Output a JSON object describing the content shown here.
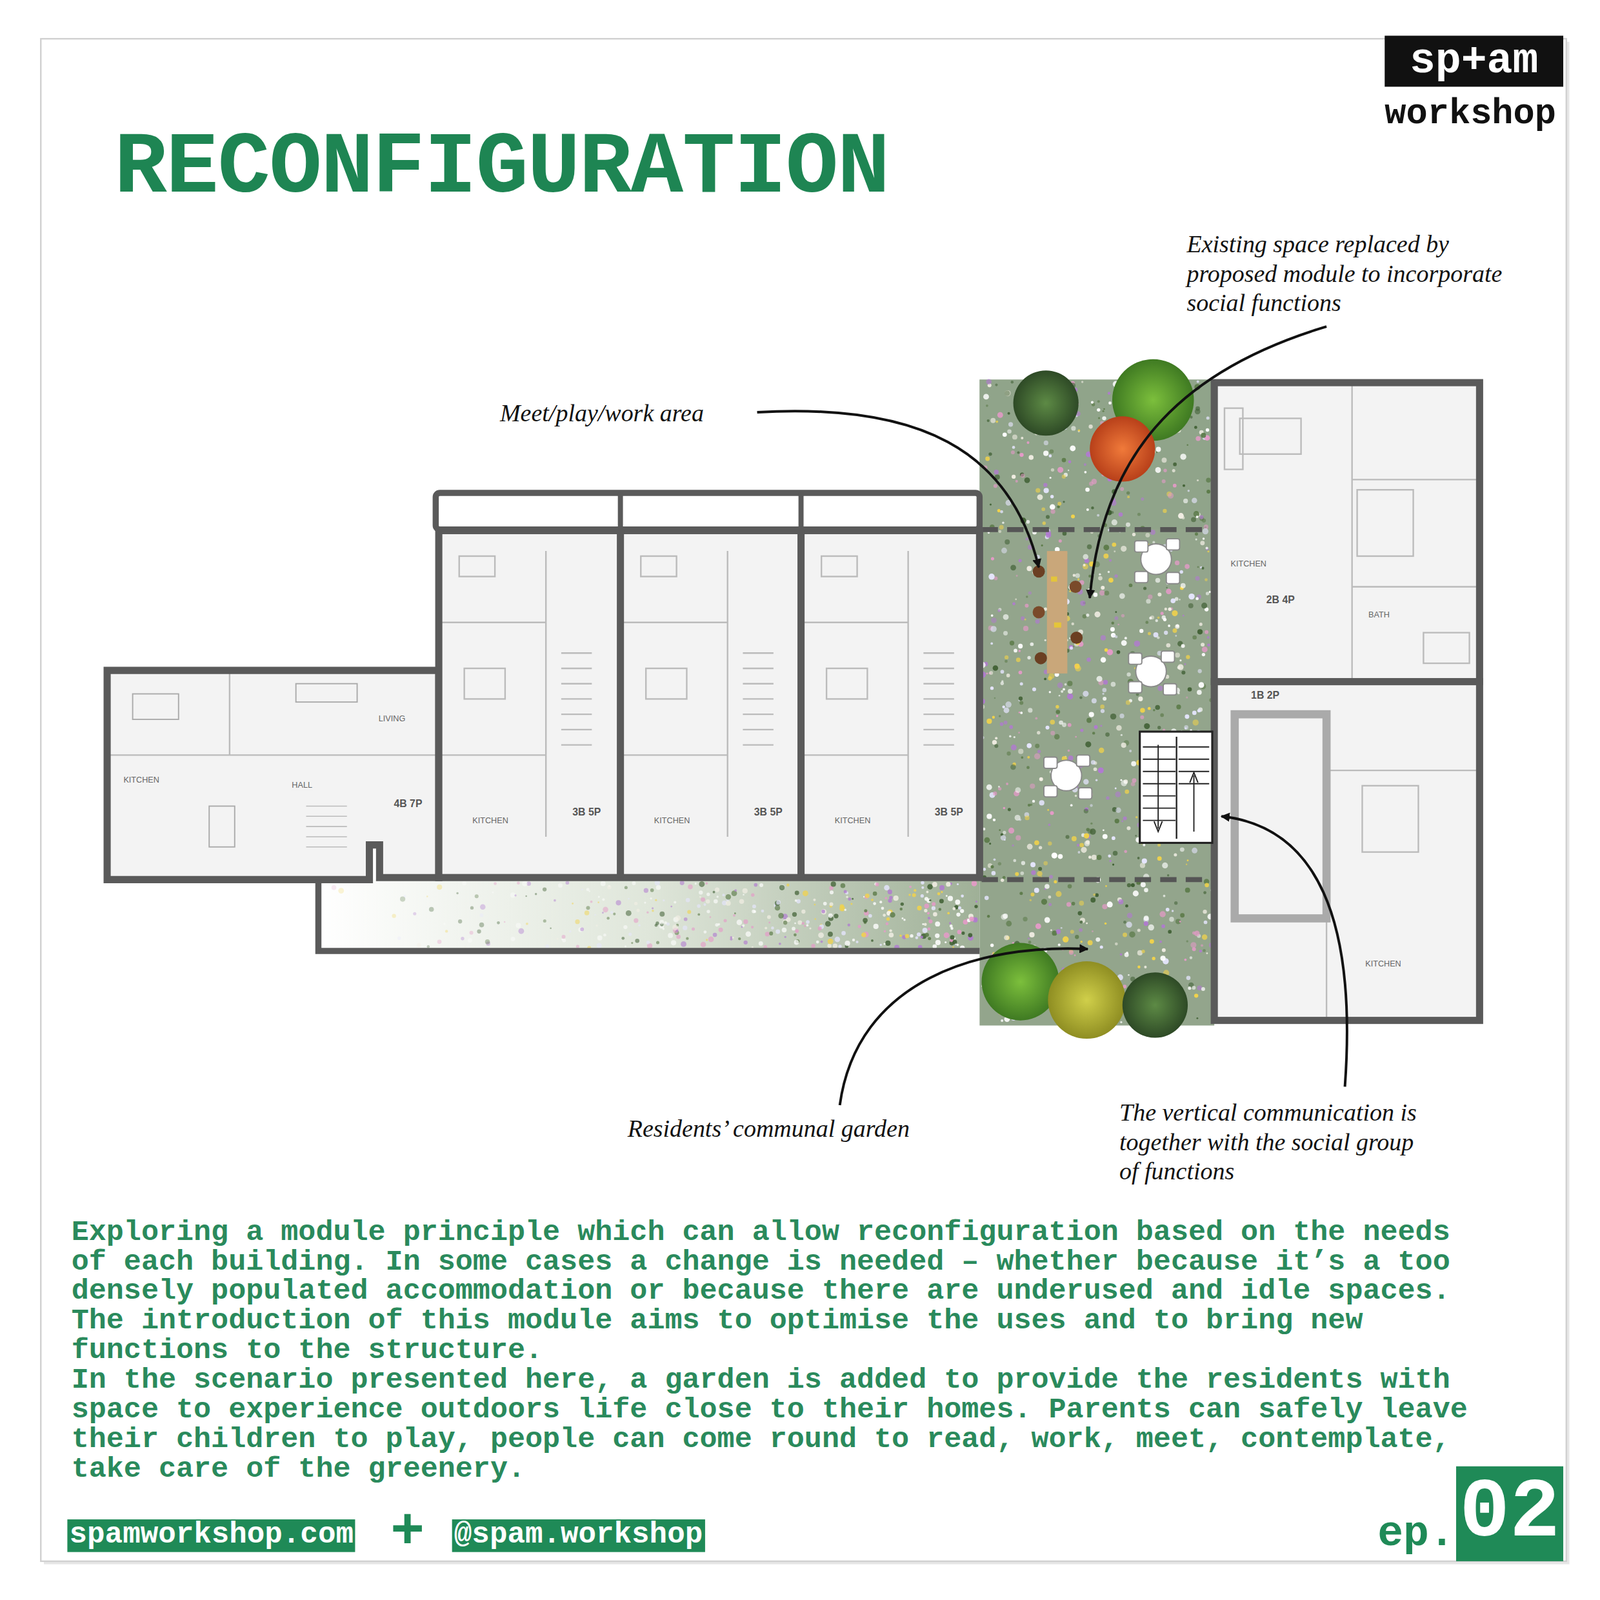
{
  "diagram": {
    "title": "RECONFIGURATION",
    "labels": [
      "sp+am",
      "workshop",
      "Existing space replaced by proposed module to incorporate social functions",
      "Meet/play/work area",
      "4B 7P",
      "3B 5P",
      "3B 5P",
      "3B 5P",
      "2B 4P",
      "1B 2P",
      "KITCHEN",
      "KITCHEN",
      "KITCHEN",
      "KITCHEN",
      "KITCHEN",
      "KITCHEN",
      "LIVING",
      "HALL",
      "BATH",
      "Residents’ communal garden",
      "The vertical communication is together with the social group of functions",
      "Exploring a module principle which can allow reconfiguration based on the needs of each building. In some cases a change is needed – whether because it’s a too densely populated accommodation or because there are underused and idle spaces. The introduction of this module aims to optimise the uses and to bring new functions to the structure.",
      "In the scenario presented here, a garden is added to provide the residents with space to experience outdoors life close to their homes. Parents can safely leave their children to play, people can come round to read, work, meet, contemplate, take care of the greenery.",
      "spamworkshop.com",
      "+",
      "@spam.workshop",
      "ep.",
      "02"
    ]
  }
}
